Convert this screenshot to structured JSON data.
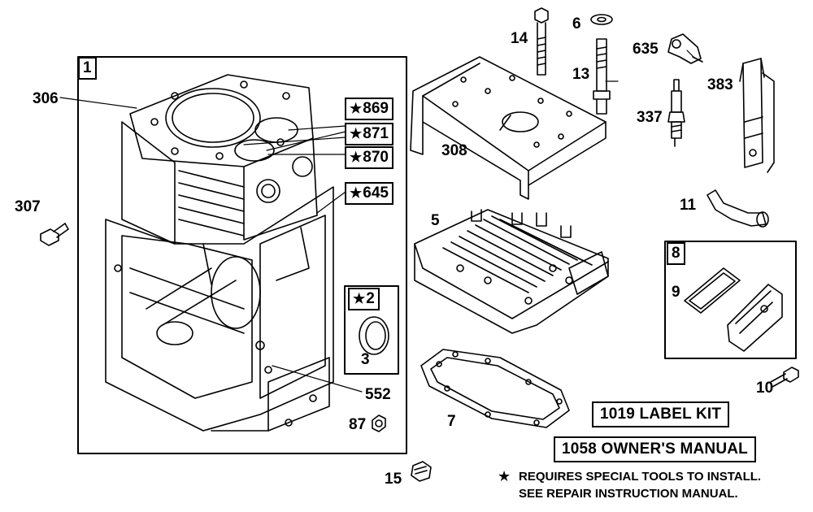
{
  "groups": {
    "block": "1",
    "seal_group": "2",
    "cover_group": "8"
  },
  "callouts": {
    "p306": "306",
    "p307": "307",
    "p869": "869",
    "p871": "871",
    "p870": "870",
    "p645": "645",
    "p3": "3",
    "p552": "552",
    "p87": "87",
    "p15": "15",
    "p14": "14",
    "p6": "6",
    "p13": "13",
    "p635": "635",
    "p383": "383",
    "p337": "337",
    "p308": "308",
    "p5": "5",
    "p7": "7",
    "p11": "11",
    "p9": "9",
    "p10": "10"
  },
  "special_tools_symbol": "★",
  "kits": {
    "label_kit": "1019 LABEL KIT",
    "owners_manual": "1058 OWNER'S MANUAL"
  },
  "note": {
    "line1": "REQUIRES SPECIAL TOOLS TO INSTALL.",
    "line2": "SEE REPAIR INSTRUCTION MANUAL."
  }
}
